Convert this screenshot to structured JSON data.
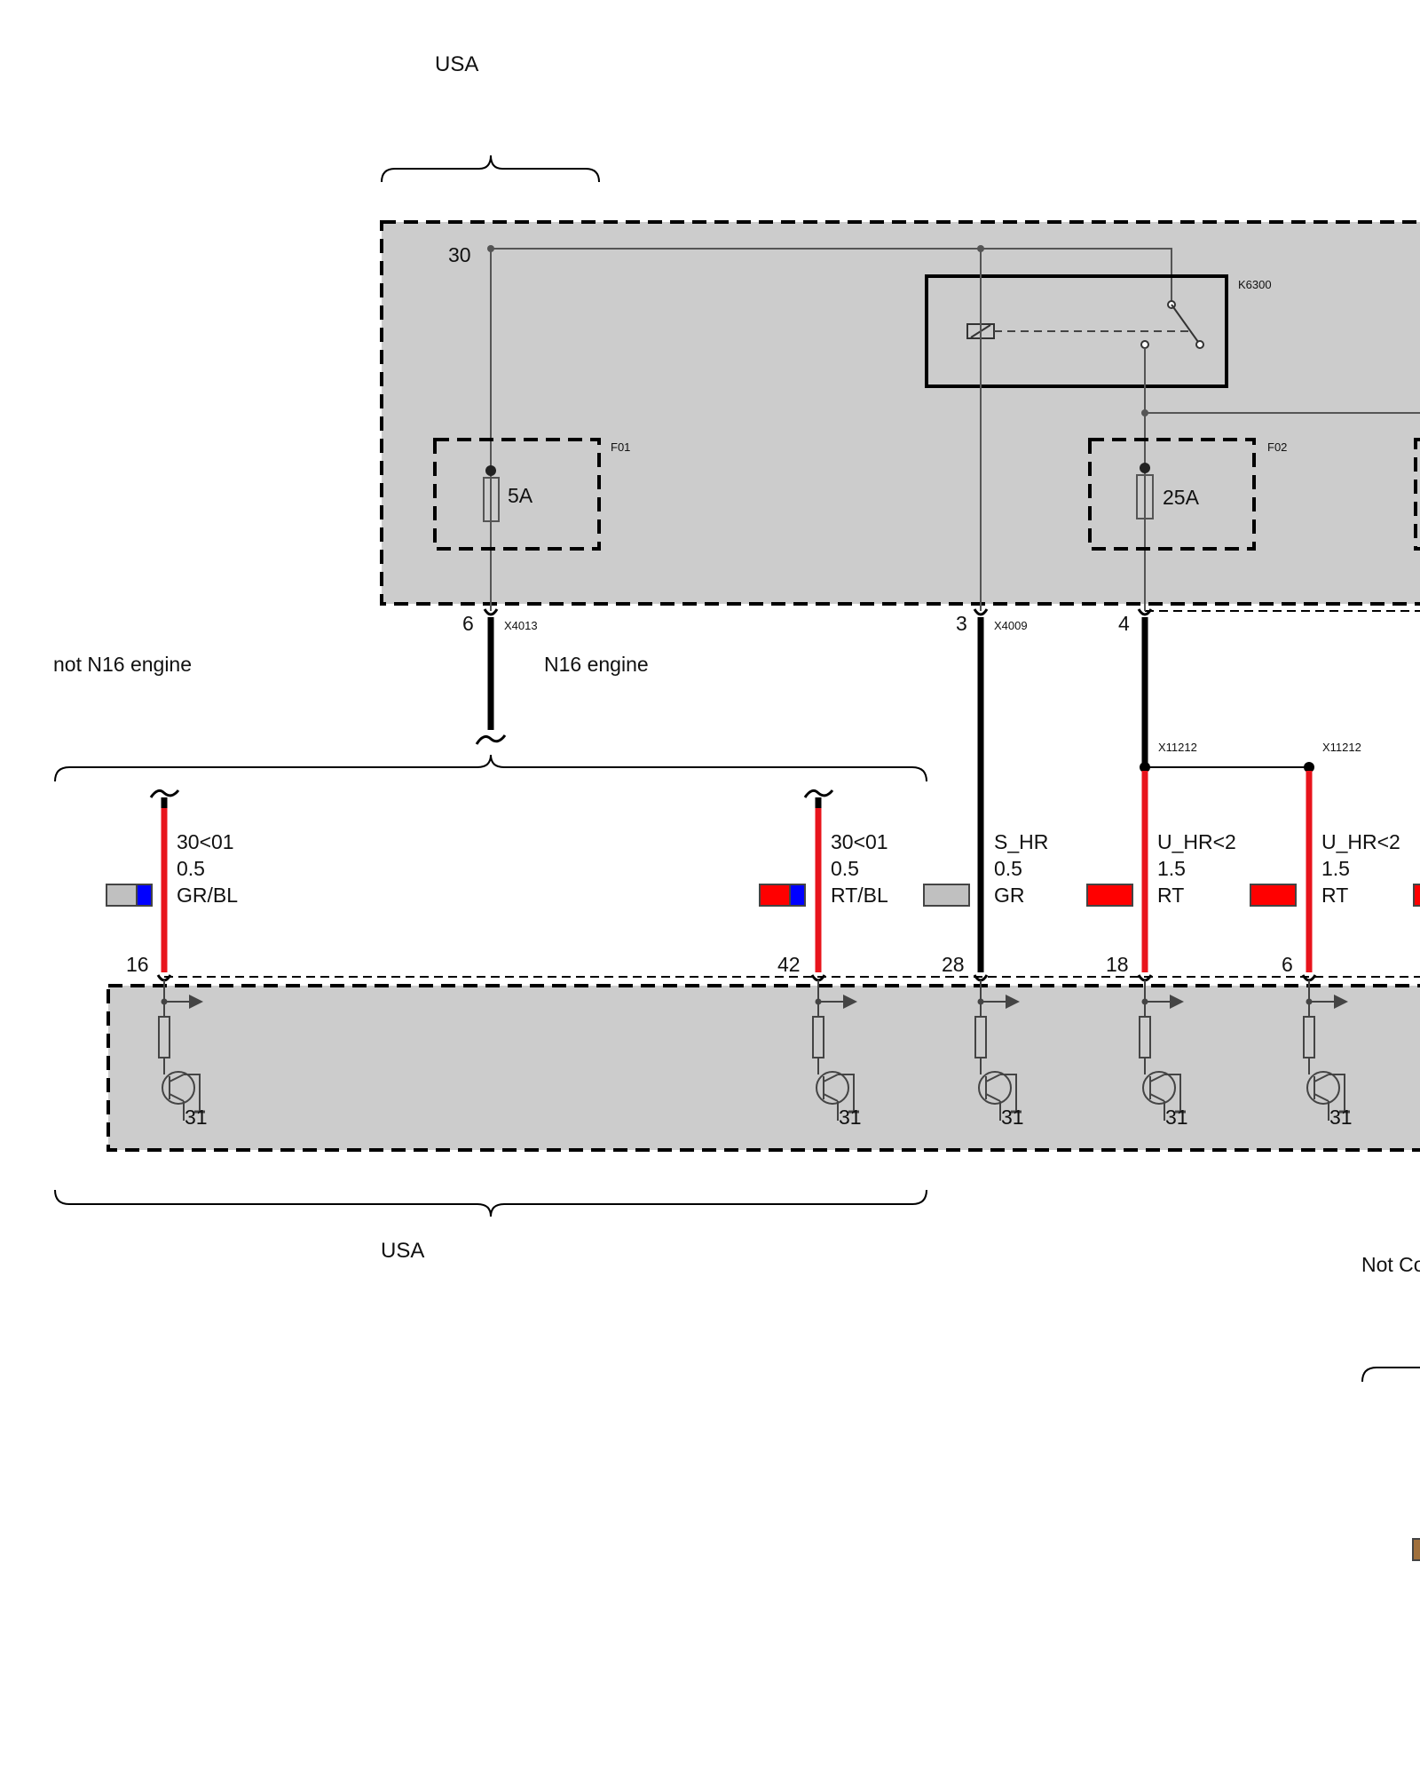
{
  "diagram": {
    "top_region_label": "USA",
    "bottom_region_label": "USA",
    "right_region_label": "Not Co",
    "left_engine_label": "not N16 engine",
    "right_engine_label": "N16 engine",
    "terminal_30": "30",
    "relay": {
      "id": "K6300"
    },
    "fuses": [
      {
        "id": "F01",
        "rating": "5A"
      },
      {
        "id": "F02",
        "rating": "25A"
      }
    ],
    "connectors": [
      {
        "pin": "6",
        "id": "X4013"
      },
      {
        "pin": "3",
        "id": "X4009"
      },
      {
        "pin": "4",
        "id": ""
      }
    ],
    "junctions": [
      {
        "id": "X11212"
      },
      {
        "id": "X11212"
      }
    ],
    "wires": [
      {
        "signal": "30<01",
        "size": "0.5",
        "color": "GR/BL",
        "pin": "16",
        "swatch": [
          "#c0c0c0",
          "#0000ff"
        ]
      },
      {
        "signal": "30<01",
        "size": "0.5",
        "color": "RT/BL",
        "pin": "42",
        "swatch": [
          "#ff0000",
          "#0000ff"
        ]
      },
      {
        "signal": "S_HR",
        "size": "0.5",
        "color": "GR",
        "pin": "28",
        "swatch": [
          "#c0c0c0"
        ]
      },
      {
        "signal": "U_HR<2",
        "size": "1.5",
        "color": "RT",
        "pin": "18",
        "swatch": [
          "#ff0000"
        ]
      },
      {
        "signal": "U_HR<2",
        "size": "1.5",
        "color": "RT",
        "pin": "6",
        "swatch": [
          "#ff0000"
        ]
      }
    ],
    "ground_label": "31",
    "colors": {
      "module_fill": "#cccccc",
      "wire_red": "#e8141c",
      "wire_black": "#000000",
      "wire_blue": "#0000ff",
      "wire_grey": "#c0c0c0",
      "brown_swatch": "#a0703c"
    }
  }
}
